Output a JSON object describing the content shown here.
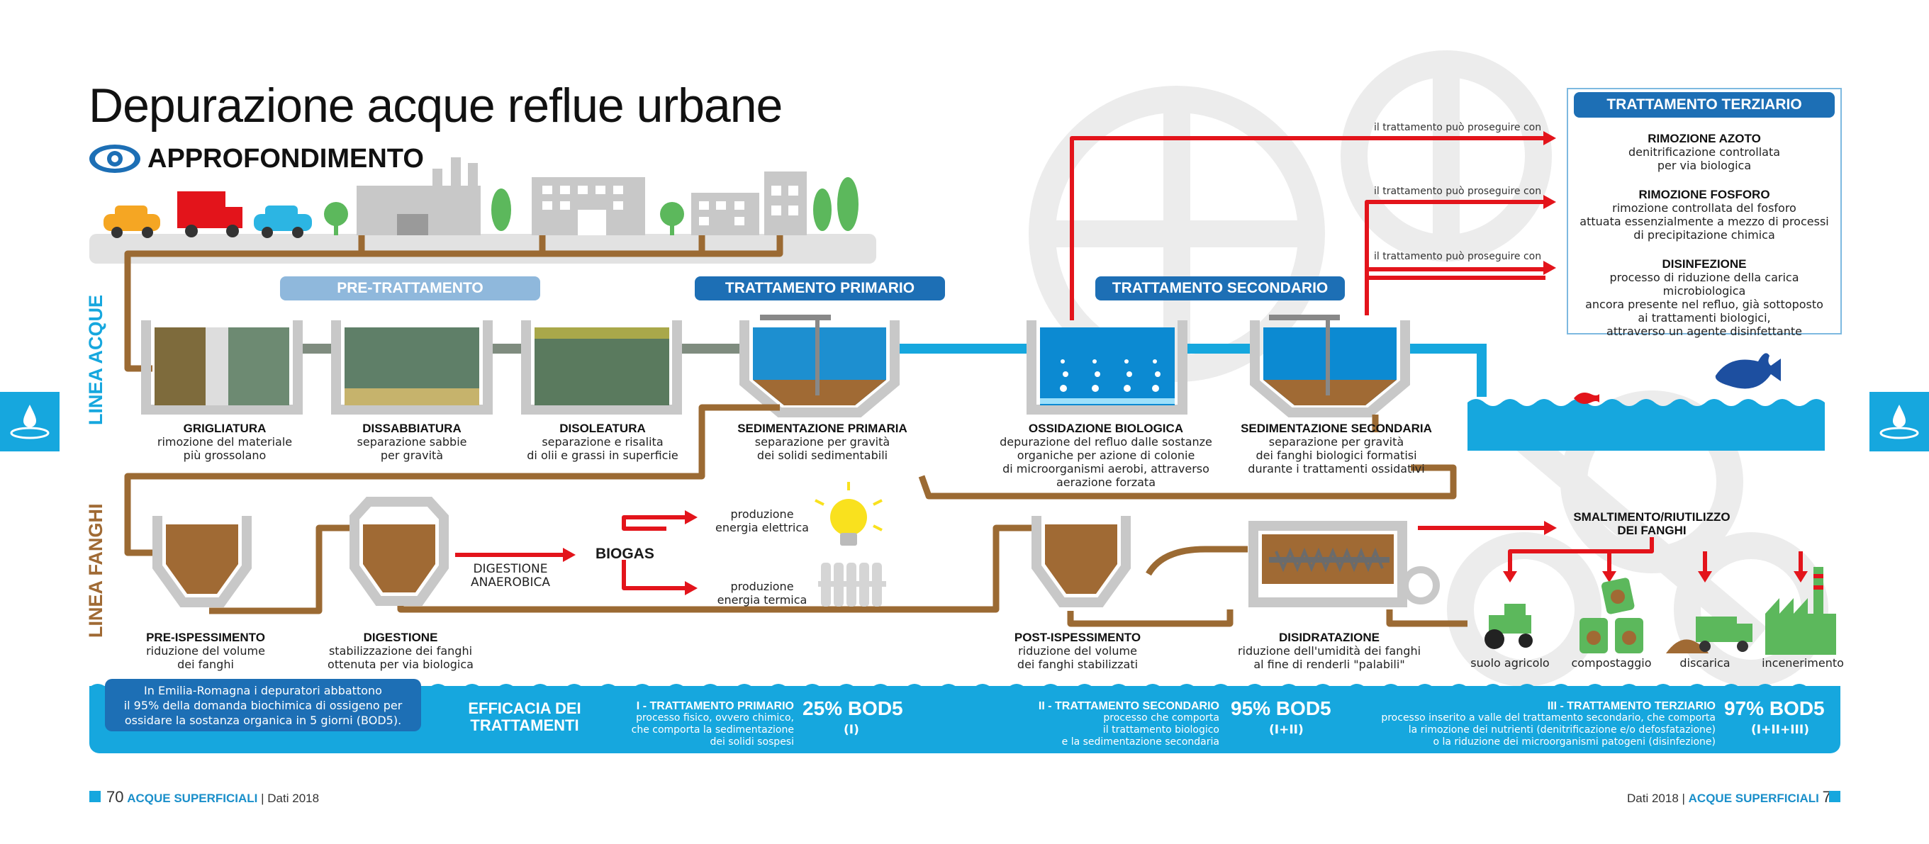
{
  "header": {
    "title": "Depurazione acque reflue urbane",
    "subtitle": "APPROFONDIMENTO"
  },
  "side_labels": {
    "acque": "LINEA ACQUE",
    "fanghi": "LINEA FANGHI"
  },
  "phases": {
    "pre": "PRE-TRATTAMENTO",
    "primario": "TRATTAMENTO PRIMARIO",
    "secondario": "TRATTAMENTO SECONDARIO"
  },
  "water_steps": [
    {
      "name": "GRIGLIATURA",
      "desc": [
        "rimozione del materiale",
        "più grossolano"
      ]
    },
    {
      "name": "DISSABBIATURA",
      "desc": [
        "separazione sabbie",
        "per gravità"
      ]
    },
    {
      "name": "DISOLEATURA",
      "desc": [
        "separazione e risalita",
        "di olii e grassi in superficie"
      ]
    },
    {
      "name": "SEDIMENTAZIONE PRIMARIA",
      "desc": [
        "separazione per gravità",
        "dei solidi sedimentabili"
      ]
    },
    {
      "name": "OSSIDAZIONE BIOLOGICA",
      "desc": [
        "depurazione del refluo dalle sostanze",
        "organiche per azione di colonie",
        "di microorganismi aerobi, attraverso",
        "aerazione forzata"
      ]
    },
    {
      "name": "SEDIMENTAZIONE SECONDARIA",
      "desc": [
        "separazione per gravità",
        "dei fanghi biologici formatisi",
        "durante i trattamenti ossidativi"
      ]
    }
  ],
  "sludge_steps": [
    {
      "name": "PRE-ISPESSIMENTO",
      "desc": [
        "riduzione del volume",
        "dei fanghi"
      ]
    },
    {
      "name": "DIGESTIONE",
      "desc": [
        "stabilizzazione dei fanghi",
        "ottenuta per via biologica"
      ]
    },
    {
      "name": "POST-ISPESSIMENTO",
      "desc": [
        "riduzione del volume",
        "dei fanghi stabilizzati"
      ]
    },
    {
      "name": "DISIDRATAZIONE",
      "desc": [
        "riduzione dell'umidità dei fanghi",
        "al fine di renderli \"palabili\""
      ]
    }
  ],
  "digestion": {
    "arrow_label": [
      "DIGESTIONE",
      "ANAEROBICA"
    ],
    "biogas": "BIOGAS",
    "elettrica": [
      "produzione",
      "energia elettrica"
    ],
    "termica": [
      "produzione",
      "energia termica"
    ]
  },
  "continuation_note": "il trattamento può proseguire con",
  "terziario": {
    "title": "TRATTAMENTO TERZIARIO",
    "items": [
      {
        "name": "RIMOZIONE AZOTO",
        "desc": [
          "denitrificazione controllata",
          "per via biologica"
        ]
      },
      {
        "name": "RIMOZIONE FOSFORO",
        "desc": [
          "rimozione controllata del fosforo",
          "attuata essenzialmente a mezzo di processi",
          "di precipitazione chimica"
        ]
      },
      {
        "name": "DISINFEZIONE",
        "desc": [
          "processo di riduzione della carica microbiologica",
          "ancora presente nel refluo, già sottoposto",
          "ai trattamenti biologici,",
          "attraverso un agente disinfettante"
        ]
      }
    ]
  },
  "smaltimento": {
    "title": [
      "SMALTIMENTO/RIUTILIZZO",
      "DEI FANGHI"
    ],
    "options": [
      "suolo agricolo",
      "compostaggio",
      "discarica",
      "incenerimento"
    ]
  },
  "efficacia": {
    "box_text": [
      "In Emilia-Romagna i depuratori abbattono",
      "il 95% della domanda biochimica di ossigeno per",
      "ossidare la sostanza organica in 5 giorni (BOD5)."
    ],
    "title": [
      "EFFICACIA DEI",
      "TRATTAMENTI"
    ],
    "stages": [
      {
        "title": "I - TRATTAMENTO PRIMARIO",
        "desc": [
          "processo fisico, ovvero chimico,",
          "che comporta la sedimentazione",
          "dei solidi sospesi"
        ],
        "value": "25% BOD5",
        "sub": "(I)"
      },
      {
        "title": "II - TRATTAMENTO SECONDARIO",
        "desc": [
          "processo che comporta",
          "il trattamento biologico",
          "e la sedimentazione secondaria"
        ],
        "value": "95% BOD5",
        "sub": "(I+II)"
      },
      {
        "title": "III - TRATTAMENTO TERZIARIO",
        "desc": [
          "processo inserito a valle del trattamento secondario, che comporta",
          "la rimozione dei nutrienti (denitrificazione e/o defosfatazione)",
          "o la riduzione dei microorganismi patogeni (disinfezione)"
        ],
        "value": "97% BOD5",
        "sub": "(I+II+III)"
      }
    ]
  },
  "footer": {
    "left_page": "70",
    "left_section": "ACQUE SUPERFICIALI",
    "left_year": "| Dati 2018",
    "right_year": "Dati 2018 |",
    "right_section": "ACQUE SUPERFICIALI",
    "right_page": "71"
  },
  "colors": {
    "blue": "#16a7de",
    "dark_blue": "#1d6fb5",
    "light_blue_phase": "#8fb8dc",
    "brown": "#a06a34",
    "red": "#e3141b",
    "green": "#5cb85c",
    "grey": "#c8c8c8"
  }
}
